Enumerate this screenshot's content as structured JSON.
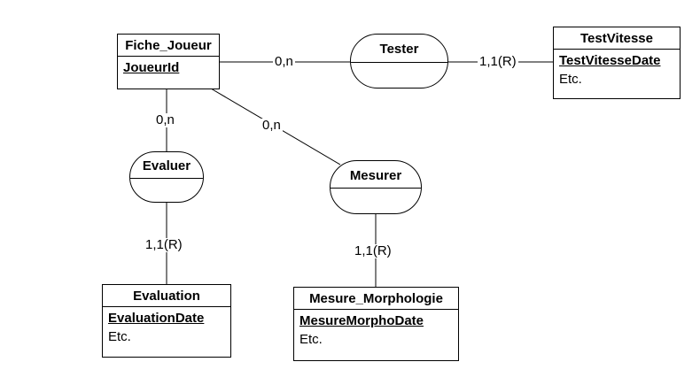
{
  "entities": {
    "fiche_joueur": {
      "title": "Fiche_Joueur",
      "key": "JoueurId"
    },
    "test_vitesse": {
      "title": "TestVitesse",
      "key": "TestVitesseDate",
      "other": "Etc."
    },
    "evaluation": {
      "title": "Evaluation",
      "key": "EvaluationDate",
      "other": "Etc."
    },
    "mesure_morphologie": {
      "title": "Mesure_Morphologie",
      "key": "MesureMorphoDate",
      "other": "Etc."
    }
  },
  "associations": {
    "tester": "Tester",
    "evaluer": "Evaluer",
    "mesurer": "Mesurer"
  },
  "cardinalities": {
    "joueur_tester": "0,n",
    "tester_testvitesse": "1,1(R)",
    "joueur_evaluer": "0,n",
    "evaluer_evaluation": "1,1(R)",
    "joueur_mesurer": "0,n",
    "mesurer_mesure": "1,1(R)"
  }
}
